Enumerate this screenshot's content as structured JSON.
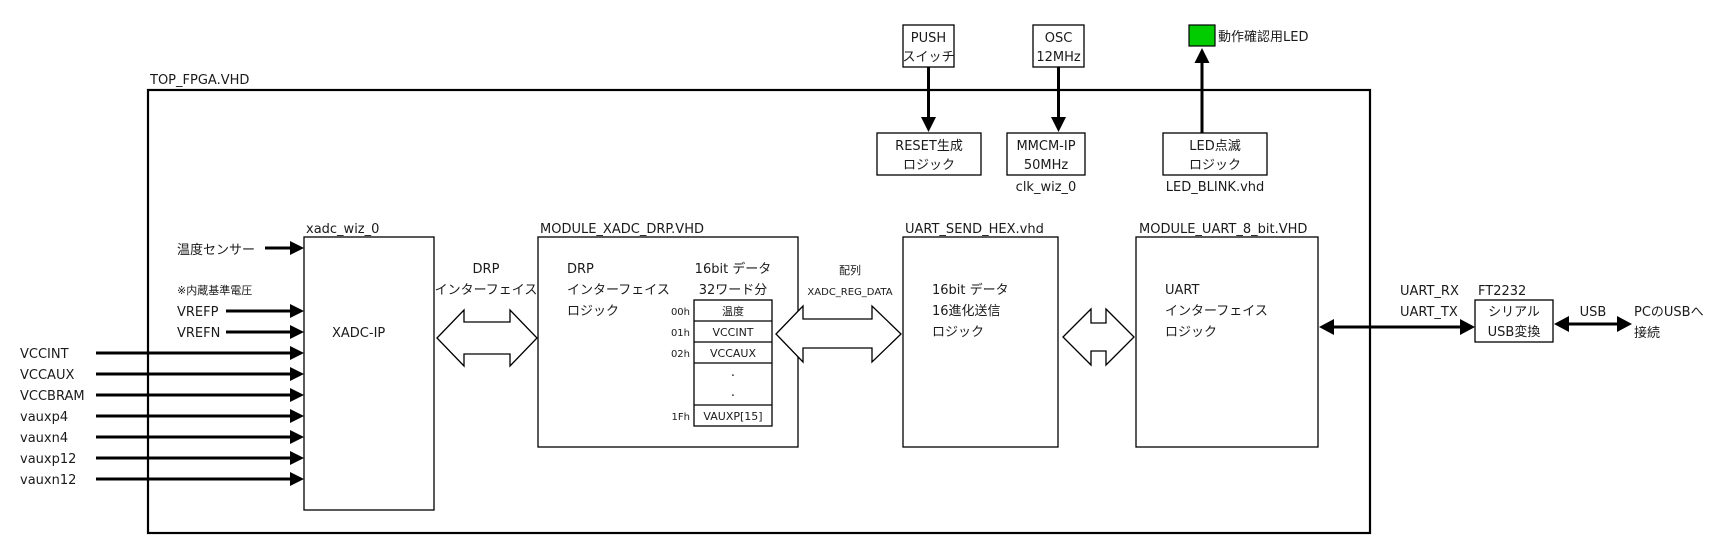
{
  "diagram": {
    "top_module": "TOP_FPGA.VHD",
    "external_top": {
      "push_switch": {
        "line1": "PUSH",
        "line2": "スイッチ"
      },
      "osc": {
        "line1": "OSC",
        "line2": "12MHz"
      },
      "led": {
        "label": "動作確認用LED",
        "color": "#00cc00"
      }
    },
    "internal_top": {
      "reset": {
        "line1": "RESET生成",
        "line2": "ロジック"
      },
      "mmcm": {
        "line1": "MMCM-IP",
        "line2": "50MHz",
        "instance": "clk_wiz_0"
      },
      "led_blink": {
        "line1": "LED点滅",
        "line2": "ロジック",
        "file": "LED_BLINK.vhd"
      }
    },
    "xadc": {
      "instance": "xadc_wiz_0",
      "label": "XADC-IP",
      "temp_sensor": "温度センサー",
      "internal_ref_note": "※内蔵基準電圧",
      "internal_inputs": [
        "VREFP",
        "VREFN"
      ],
      "external_inputs": [
        "VCCINT",
        "VCCAUX",
        "VCCBRAM",
        "vauxp4",
        "vauxn4",
        "vauxp12",
        "vauxn12"
      ]
    },
    "drp_bus": {
      "line1": "DRP",
      "line2": "インターフェイス"
    },
    "module_drp": {
      "file": "MODULE_XADC_DRP.VHD",
      "line1": "DRP",
      "line2": "インターフェイス",
      "line3": "ロジック",
      "table_title1": "16bit データ",
      "table_title2": "32ワード分",
      "registers": [
        {
          "addr": "00h",
          "name": "温度"
        },
        {
          "addr": "01h",
          "name": "VCCINT"
        },
        {
          "addr": "02h",
          "name": "VCCAUX"
        },
        {
          "addr": "",
          "name": "・"
        },
        {
          "addr": "1Fh",
          "name": "VAUXP[15]"
        }
      ],
      "ellipsis": "."
    },
    "array_bus": {
      "line1": "配列",
      "line2": "XADC_REG_DATA"
    },
    "uart_send": {
      "file": "UART_SEND_HEX.vhd",
      "line1": "16bit データ",
      "line2": "16進化送信",
      "line3": "ロジック"
    },
    "module_uart": {
      "file": "MODULE_UART_8_bit.VHD",
      "line1": "UART",
      "line2": "インターフェイス",
      "line3": "ロジック"
    },
    "uart_signals": [
      "UART_RX",
      "UART_TX"
    ],
    "ft2232": {
      "chip": "FT2232",
      "line1": "シリアル",
      "line2": "USB変換"
    },
    "usb_label": "USB",
    "pc": {
      "line1": "PCのUSBへ",
      "line2": "接続"
    }
  }
}
